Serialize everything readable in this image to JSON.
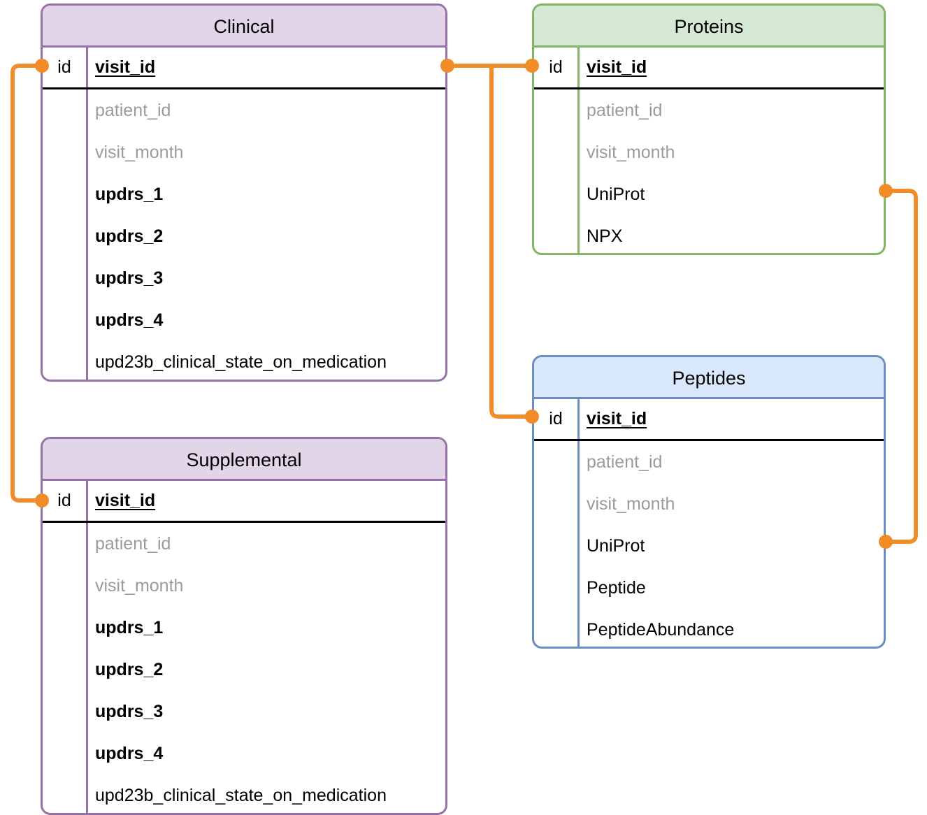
{
  "diagram": {
    "type": "entity-relationship-diagram",
    "colors": {
      "connector": "#f28c28",
      "purple_border": "#9673a6",
      "purple_header": "#e1d5e7",
      "green_border": "#82b366",
      "green_header": "#d5e8d4",
      "blue_border": "#6c8ebf",
      "blue_header": "#dae8fc",
      "dim_text": "#9b9b9b",
      "text": "#000000"
    },
    "id_column_label": "id",
    "entities": [
      {
        "name": "Clinical",
        "accent": "purple",
        "fields": [
          {
            "label": "visit_id",
            "style": "pk",
            "id_label": "id"
          },
          {
            "label": "patient_id",
            "style": "dim"
          },
          {
            "label": "visit_month",
            "style": "dim"
          },
          {
            "label": "updrs_1",
            "style": "strong"
          },
          {
            "label": "updrs_2",
            "style": "strong"
          },
          {
            "label": "updrs_3",
            "style": "strong"
          },
          {
            "label": "updrs_4",
            "style": "strong"
          },
          {
            "label": "upd23b_clinical_state_on_medication",
            "style": "plain"
          }
        ]
      },
      {
        "name": "Proteins",
        "accent": "green",
        "fields": [
          {
            "label": "visit_id",
            "style": "pk",
            "id_label": "id"
          },
          {
            "label": "patient_id",
            "style": "dim"
          },
          {
            "label": "visit_month",
            "style": "dim"
          },
          {
            "label": "UniProt",
            "style": "plain"
          },
          {
            "label": "NPX",
            "style": "plain"
          }
        ]
      },
      {
        "name": "Peptides",
        "accent": "blue",
        "fields": [
          {
            "label": "visit_id",
            "style": "pk",
            "id_label": "id"
          },
          {
            "label": "patient_id",
            "style": "dim"
          },
          {
            "label": "visit_month",
            "style": "dim"
          },
          {
            "label": "UniProt",
            "style": "plain"
          },
          {
            "label": "Peptide",
            "style": "plain"
          },
          {
            "label": "PeptideAbundance",
            "style": "plain"
          }
        ]
      },
      {
        "name": "Supplemental",
        "accent": "purple",
        "fields": [
          {
            "label": "visit_id",
            "style": "pk",
            "id_label": "id"
          },
          {
            "label": "patient_id",
            "style": "dim"
          },
          {
            "label": "visit_month",
            "style": "dim"
          },
          {
            "label": "updrs_1",
            "style": "strong"
          },
          {
            "label": "updrs_2",
            "style": "strong"
          },
          {
            "label": "updrs_3",
            "style": "strong"
          },
          {
            "label": "updrs_4",
            "style": "strong"
          },
          {
            "label": "upd23b_clinical_state_on_medication",
            "style": "plain"
          }
        ]
      }
    ],
    "relationships": [
      {
        "from": "Clinical.visit_id",
        "to": "Supplemental.visit_id"
      },
      {
        "from": "Clinical.visit_id",
        "to": "Proteins.visit_id"
      },
      {
        "from": "Clinical.visit_id",
        "to": "Peptides.visit_id"
      },
      {
        "from": "Proteins.UniProt",
        "to": "Peptides.UniProt"
      }
    ]
  }
}
